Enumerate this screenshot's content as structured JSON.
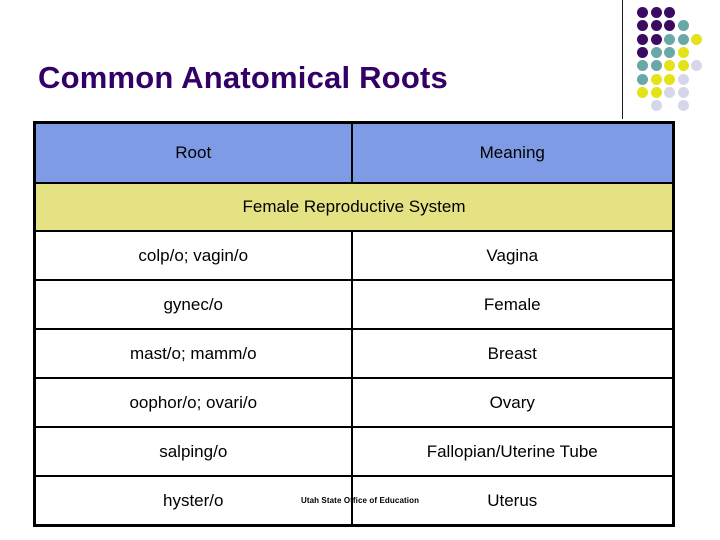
{
  "slide": {
    "title": "Common Anatomical Roots",
    "title_color": "#330066",
    "background_color": "#ffffff",
    "footer_credit": "Utah State Office of Education"
  },
  "decor": {
    "rule_color": "#1a1a1a",
    "palette": {
      "purple": "#3b0a63",
      "teal": "#6aa8a8",
      "yellow": "#e3e317",
      "lavender": "#d5d7e8"
    },
    "dot_grid": {
      "columns": 5,
      "rows": 8,
      "rows_colors": [
        [
          "purple",
          "purple",
          "purple",
          null,
          null
        ],
        [
          "purple",
          "purple",
          "purple",
          "teal",
          null
        ],
        [
          "purple",
          "purple",
          "teal",
          "teal",
          "yellow"
        ],
        [
          "purple",
          "teal",
          "teal",
          "yellow",
          null
        ],
        [
          "teal",
          "teal",
          "yellow",
          "yellow",
          "lavender"
        ],
        [
          "teal",
          "yellow",
          "yellow",
          "lavender",
          null
        ],
        [
          "yellow",
          "yellow",
          "lavender",
          "lavender",
          null
        ],
        [
          null,
          "lavender",
          null,
          "lavender",
          null
        ]
      ]
    }
  },
  "table": {
    "header_bg": "#7f9be5",
    "section_bg": "#e4e283",
    "columns": [
      "Root",
      "Meaning"
    ],
    "section_label": "Female Reproductive System",
    "rows": [
      {
        "root": "colp/o; vagin/o",
        "meaning": "Vagina"
      },
      {
        "root": "gynec/o",
        "meaning": "Female"
      },
      {
        "root": "mast/o; mamm/o",
        "meaning": "Breast"
      },
      {
        "root": "oophor/o; ovari/o",
        "meaning": "Ovary"
      },
      {
        "root": "salping/o",
        "meaning": "Fallopian/Uterine Tube"
      },
      {
        "root": "hyster/o",
        "meaning": "Uterus"
      }
    ]
  }
}
